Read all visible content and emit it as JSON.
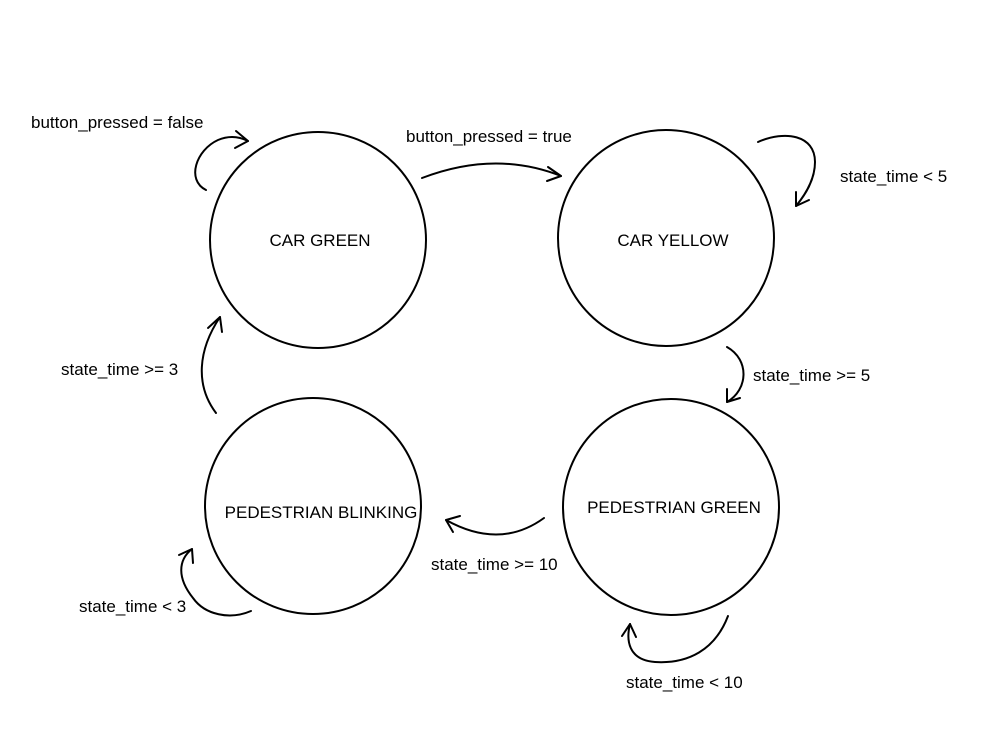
{
  "states": {
    "car_green": "CAR GREEN",
    "car_yellow": "CAR YELLOW",
    "pedestrian_green": "PEDESTRIAN GREEN",
    "pedestrian_blinking": "PEDESTRIAN BLINKING"
  },
  "transitions": {
    "car_green_self": "button_pressed = false",
    "car_green_to_car_yellow": "button_pressed = true",
    "car_yellow_self": "state_time < 5",
    "car_yellow_to_pedestrian_green": "state_time >= 5",
    "pedestrian_green_to_pedestrian_blinking": "state_time >= 10",
    "pedestrian_green_self": "state_time < 10",
    "pedestrian_blinking_self": "state_time < 3",
    "pedestrian_blinking_to_car_green": "state_time >= 3"
  },
  "colors": {
    "stroke": "#000000",
    "background": "#ffffff"
  }
}
